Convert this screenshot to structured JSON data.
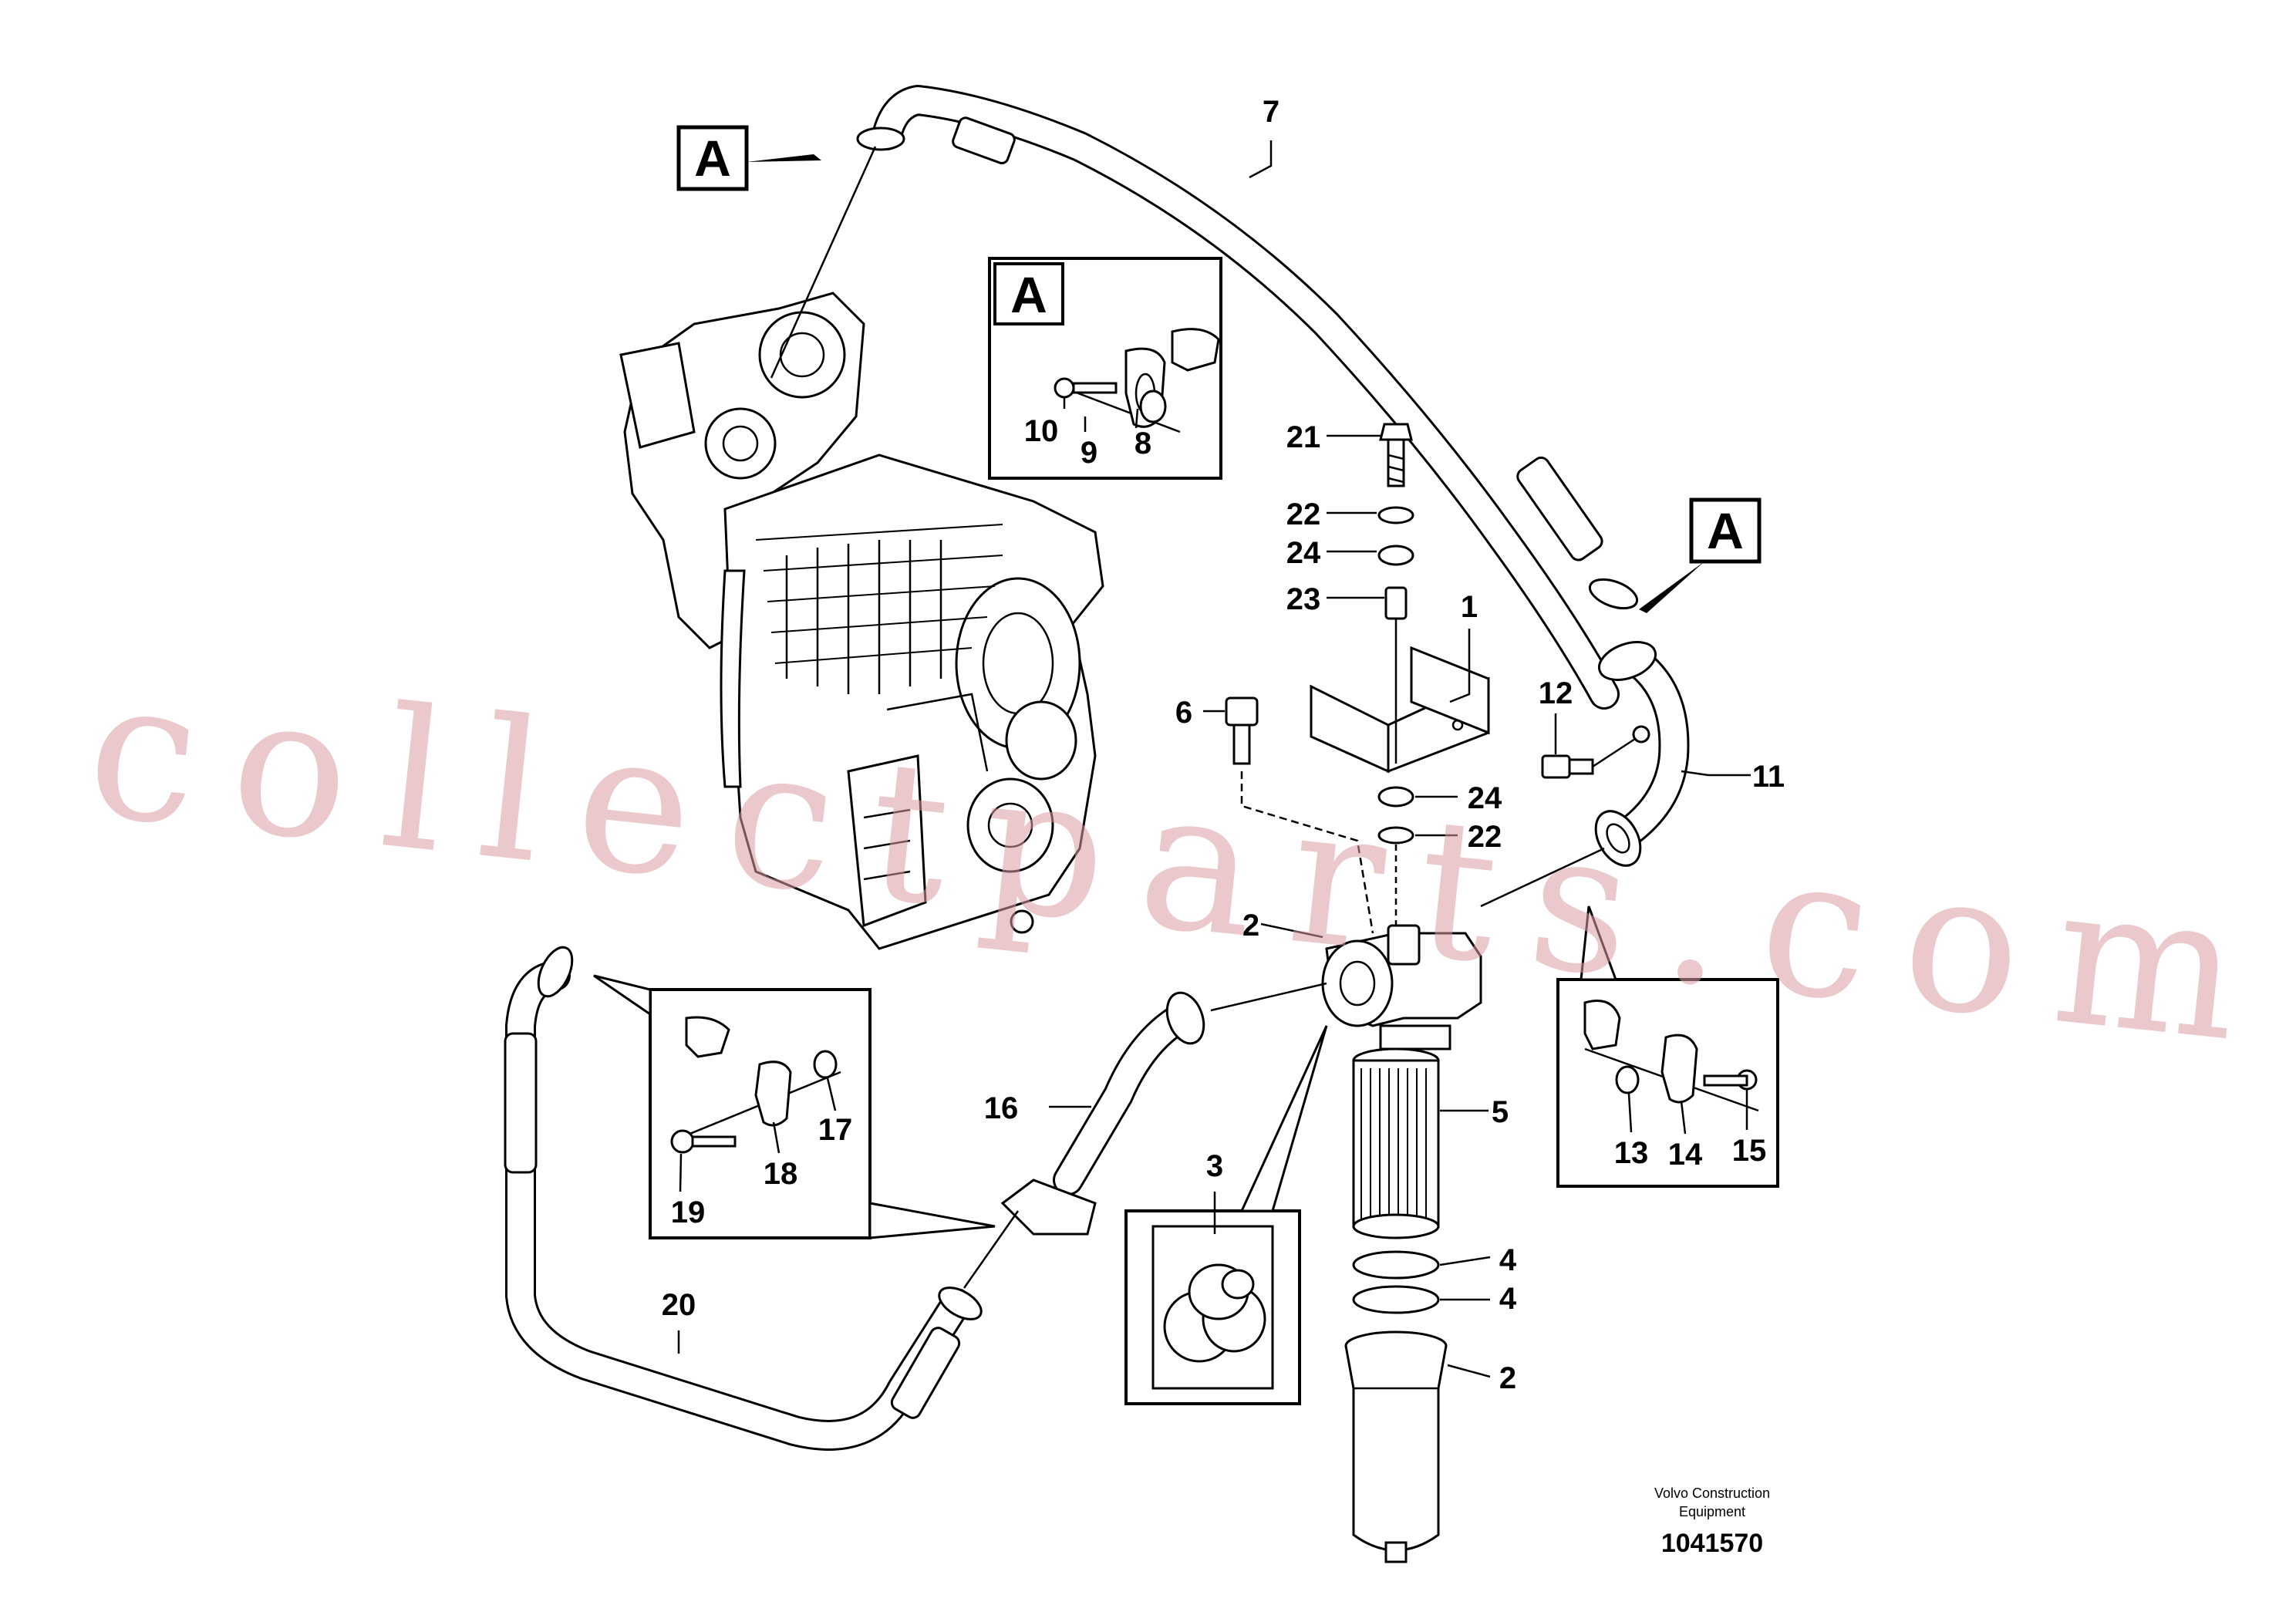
{
  "callouts": {
    "c1": "1",
    "c2a": "2",
    "c2b": "2",
    "c3": "3",
    "c4a": "4",
    "c4b": "4",
    "c5": "5",
    "c6": "6",
    "c7": "7",
    "c8": "8",
    "c9": "9",
    "c10": "10",
    "c11": "11",
    "c12": "12",
    "c13": "13",
    "c14": "14",
    "c15": "15",
    "c16": "16",
    "c17": "17",
    "c18": "18",
    "c19": "19",
    "c20": "20",
    "c21": "21",
    "c22a": "22",
    "c22b": "22",
    "c23": "23",
    "c24a": "24",
    "c24b": "24"
  },
  "view_markers": {
    "a1": "A",
    "a2": "A",
    "a3": "A"
  },
  "footer": {
    "brand_line1": "Volvo Construction",
    "brand_line2": "Equipment",
    "doc_number": "1041570"
  },
  "watermark": "collectparts.com"
}
